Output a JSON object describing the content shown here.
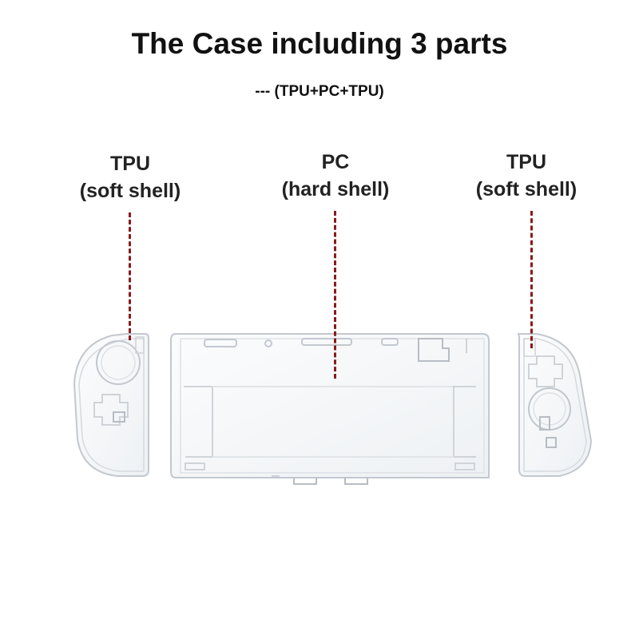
{
  "heading": {
    "title": "The Case including 3 parts",
    "subtitle": "---  (TPU+PC+TPU)"
  },
  "parts": {
    "left": {
      "material": "TPU",
      "description": "(soft shell)"
    },
    "middle": {
      "material": "PC",
      "description": "(hard shell)"
    },
    "right": {
      "material": "TPU",
      "description": "(soft shell)"
    }
  },
  "colors": {
    "leader_line": "#8b1a1a",
    "shell_outline": "#c8ccd2",
    "shell_fill": "#f6f8fa"
  }
}
